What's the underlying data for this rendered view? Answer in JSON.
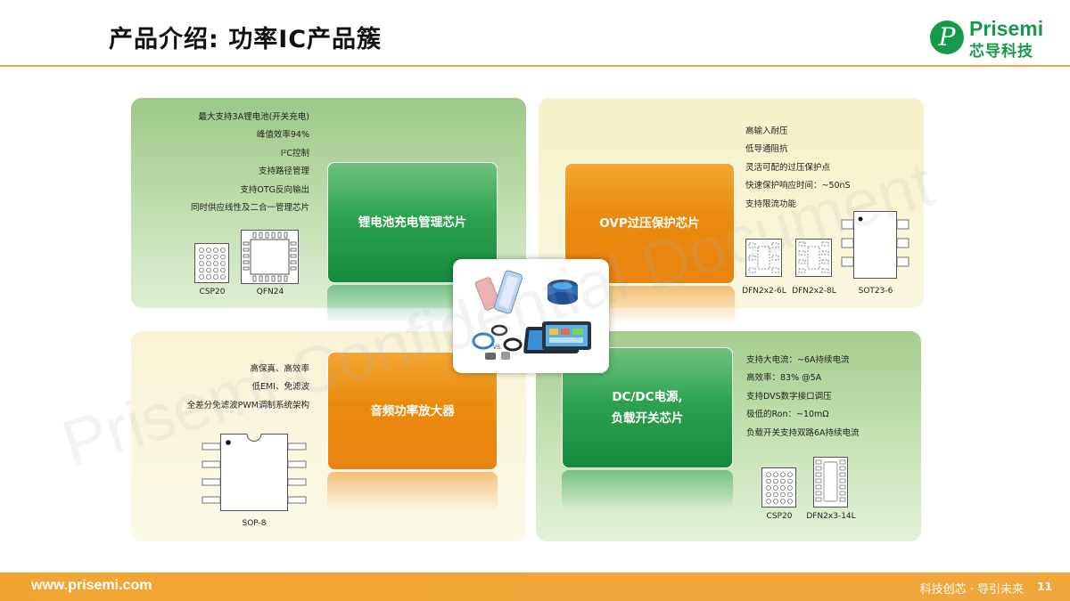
{
  "header": {
    "title": "产品介绍: 功率IC产品簇",
    "logo_mark": "P",
    "logo_name": "Prisemi",
    "logo_cn": "芯导科技"
  },
  "watermark": "Prisemi Confidential Document",
  "panels": {
    "lithium": {
      "category": "锂电池充电管理芯片",
      "features": [
        "最大支持3A锂电池(开关充电)",
        "峰值效率94%",
        "I²C控制",
        "支持路径管理",
        "支持OTG反向输出",
        "同时供应线性及二合一管理芯片"
      ],
      "packages": [
        "CSP20",
        "QFN24"
      ]
    },
    "ovp": {
      "category": "OVP过压保护芯片",
      "features": [
        "高输入耐压",
        "低导通阻抗",
        "灵活可配的过压保护点",
        "快速保护响应时间：~50nS",
        "支持限流功能"
      ],
      "packages": [
        "DFN2x2-6L",
        "DFN2x2-8L",
        "SOT23-6"
      ]
    },
    "audio": {
      "category": "音频功率放大器",
      "features": [
        "高保真、高效率",
        "低EMI、免滤波",
        "全差分免滤波PWM调制系统架构"
      ],
      "packages": [
        "SOP-8"
      ]
    },
    "dcdc": {
      "category_line1": "DC/DC电源,",
      "category_line2": "负载开关芯片",
      "features": [
        "支持大电流：~6A持续电流",
        "高效率：83% @5A",
        "支持DVS数字接口调压",
        "极低的Ron：~10mΩ",
        "负载开关支持双路6A持续电流"
      ],
      "packages": [
        "CSP20",
        "DFN2x3-14L"
      ]
    }
  },
  "center_image": {
    "vs_label": "VS."
  },
  "footer": {
    "url": "www.prisemi.com",
    "slogan": "科技创芯 · 导引未来",
    "page": "11"
  },
  "colors": {
    "accent": "#f0a533",
    "brand_green": "#17994a",
    "category_orange": "#ea8a0c",
    "category_green": "#2da34f"
  }
}
